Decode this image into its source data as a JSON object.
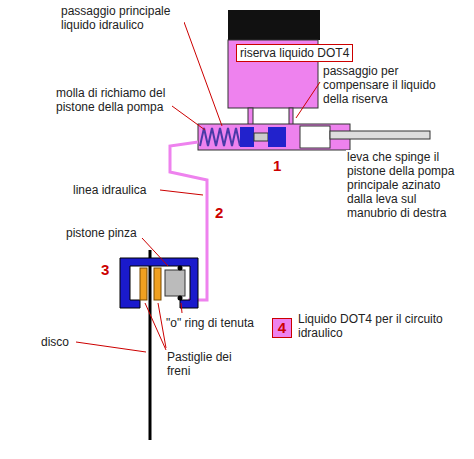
{
  "diagram": {
    "labels": [
      "passaggio principale liquido idraulico",
      "riserva liquido DOT4",
      "passaggio per compensare il liquido della riserva",
      "molla di richiamo del pistone della pompa",
      "1",
      "leva che spinge il pistone della pompa principale azinato dalla leva sul manubrio di destra",
      "linea idraulica",
      "2",
      "pistone pinza",
      "3",
      "\"o\" ring di tenuta",
      "disco",
      "Pastiglie dei freni",
      "4"
    ],
    "legend": [
      {
        "text": "Liquido DOT4 per il circuito idraulico",
        "color": "#ee82ee"
      }
    ]
  }
}
